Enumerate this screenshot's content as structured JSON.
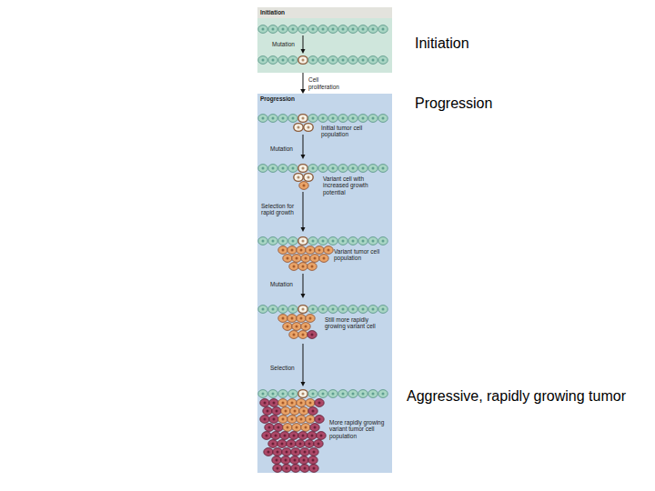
{
  "diagram": {
    "nodes": [
      {
        "text": [
          "Initiation",
          "Mutation"
        ]
      },
      {
        "text": [
          "Progression",
          "Initial tumor cell population",
          "Mutation",
          "Variant cell with increased growth potential",
          "Selection for rapid growth",
          "Variant tumor cell population",
          "Mutation",
          "Still more rapidly growing variant cell",
          "Selection",
          "More rapidly growing variant tumor cell population"
        ]
      }
    ],
    "edges": [
      {
        "from": 0,
        "to": 1,
        "arrow": "to",
        "label": "Cell proliferation"
      }
    ],
    "labels": [
      "Initiation",
      "Progression",
      "Aggressive, rapidly growing tumor"
    ]
  }
}
